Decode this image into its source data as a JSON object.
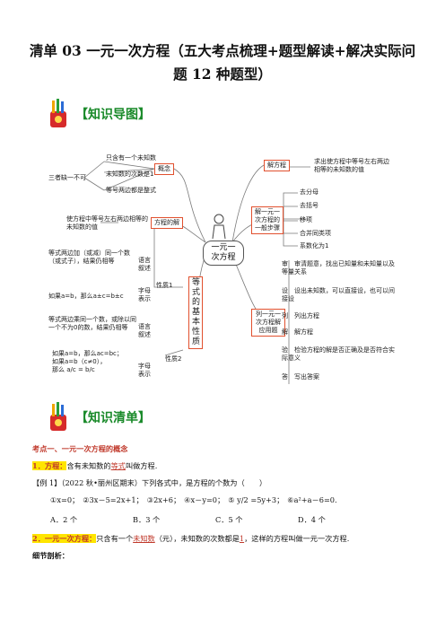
{
  "title_line1": "清单 03 一元一次方程（五大考点梳理+题型解读+解决实际问",
  "title_line2": "题 12 种题型）",
  "section1": "【知识导图】",
  "section2": "【知识清单】",
  "map": {
    "center": "一元一\n次方程",
    "concept": "概念",
    "concept_items": [
      "只含有一个未知数",
      "未知数的次数是1",
      "等号两边都是整式"
    ],
    "concept_left": "三者缺一不可",
    "solution": "方程的解",
    "solution_item": "使方程中等号左右两边相等的未知数的值",
    "properties": "等式的基本性质",
    "prop1": "性质1",
    "prop1_lang": "等式两边加（或减）同一个数（或式子），结果仍相等",
    "prop1_lang_tag": "语言叙述",
    "prop1_sym": "如果a=b，那么a±c=b±c",
    "prop1_sym_tag": "字母表示",
    "prop2": "性质2",
    "prop2_lang": "等式两边乘同一个数，或除以同一个不为0的数，结果仍相等",
    "prop2_lang_tag": "语言叙述",
    "prop2_sym": "如果a=b，那么ac=bc；\n如果a=b（c≠0），\n那么 a/c = b/c",
    "prop2_sym_tag": "字母表示",
    "solve": "解方程",
    "solve_item": "求出使方程中等号左右两边相等的未知数的值",
    "steps": "解一元一次方程的一般步骤",
    "steps_items": [
      "去分母",
      "去括号",
      "移项",
      "合并同类项",
      "系数化为1"
    ],
    "apply": "列一元一次方程解应用题",
    "apply_items": [
      {
        "k": "审",
        "t": "审清题意，找出已知量和未知量以及等量关系"
      },
      {
        "k": "设",
        "t": "设出未知数，可以直接设，也可以间接设"
      },
      {
        "k": "列",
        "t": "列出方程"
      },
      {
        "k": "解",
        "t": "解方程"
      },
      {
        "k": "验",
        "t": "检验方程的解是否正确及是否符合实际意义"
      },
      {
        "k": "答",
        "t": "写出答案"
      }
    ]
  },
  "kp1": "考点一、一元一次方程的概念",
  "def1": {
    "num": "1．方程：",
    "pre": "含有未知数的",
    "u": "等式",
    "post": "叫做方程."
  },
  "ex1": "【例 1】（2022 秋•丽州区期末）下列各式中，是方程的个数为（　　）",
  "ex1_items": [
    "①x=0；",
    "②3x－5=2x+1；",
    "③2x+6；",
    "④x－y=0；",
    "⑤ y/2 =5y+3；",
    "⑥a²+a－6=0."
  ],
  "ex1_opts": [
    "A．2 个",
    "B．3 个",
    "C．5 个",
    "D．4 个"
  ],
  "def2": {
    "num": "2．一元一次方程：",
    "pre": "只含有一个",
    "u": "未知数",
    "mid": "（元），未知数的次数都是",
    "one": "1",
    "post": "，这样的方程叫做一元一次方程."
  },
  "detail": "细节剖析："
}
